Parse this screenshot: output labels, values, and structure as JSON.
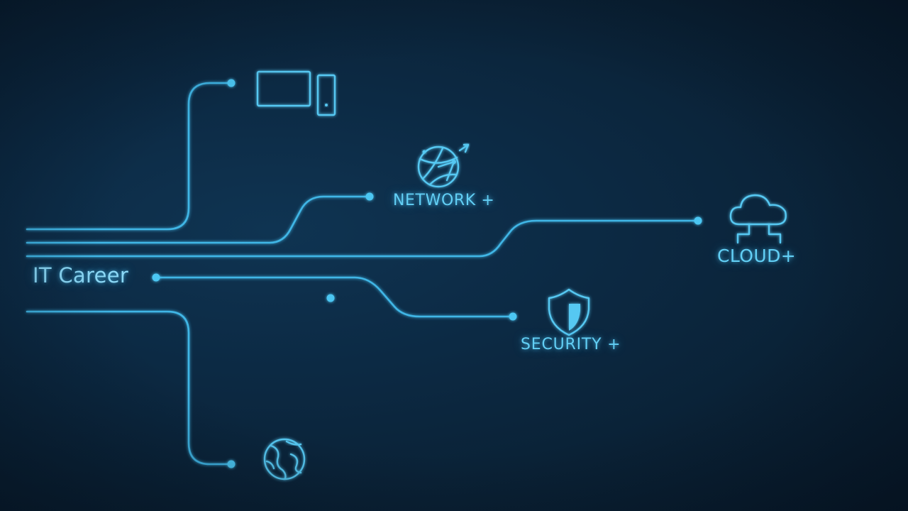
{
  "diagram": {
    "title": "IT Career",
    "branches": {
      "network": {
        "label": "NETWORK +",
        "icon": "network-globe-icon"
      },
      "cloud": {
        "label": "CLOUD+",
        "icon": "cloud-icon"
      },
      "security": {
        "label": "SECURITY +",
        "icon": "shield-icon"
      },
      "computer": {
        "icon": "desktop-computer-icon"
      },
      "globe": {
        "icon": "globe-icon"
      }
    },
    "colors": {
      "background": "#0b2236",
      "line": "#3fb6e6",
      "text": "#62cff5"
    }
  }
}
